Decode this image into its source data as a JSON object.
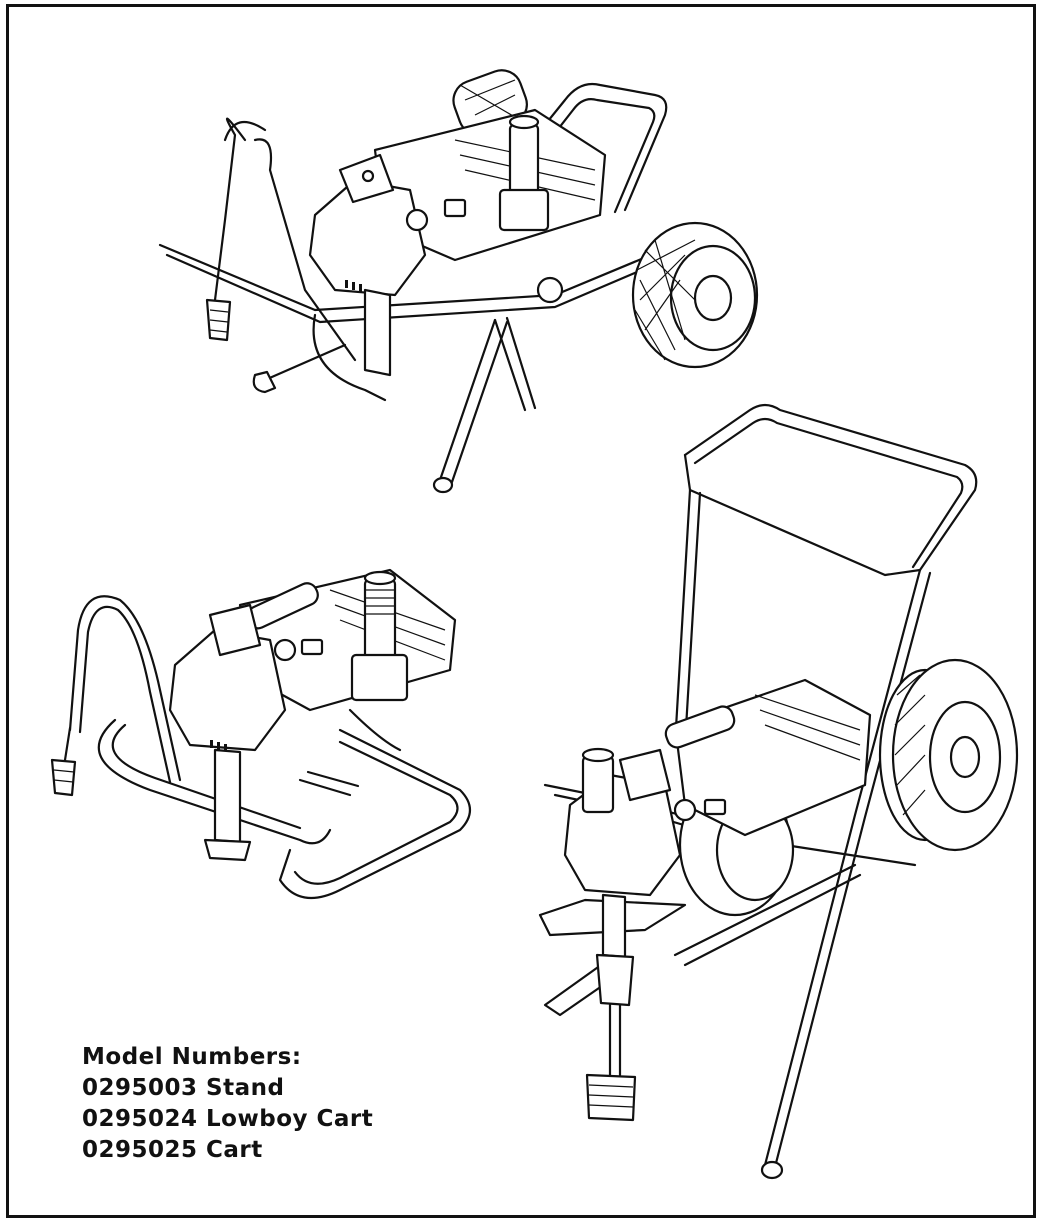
{
  "illustrations": [
    {
      "name": "stand-model",
      "icon": "paint-sprayer-stand-illustration"
    },
    {
      "name": "lowboy-cart-model",
      "icon": "paint-sprayer-lowboy-cart-illustration"
    },
    {
      "name": "cart-model",
      "icon": "paint-sprayer-cart-illustration"
    }
  ],
  "models": {
    "heading": "Model Numbers:",
    "items": [
      {
        "label": "0295003 Stand"
      },
      {
        "label": "0295024 Lowboy Cart"
      },
      {
        "label": "0295025 Cart"
      }
    ]
  },
  "colors": {
    "line": "#111111",
    "background": "#ffffff"
  }
}
